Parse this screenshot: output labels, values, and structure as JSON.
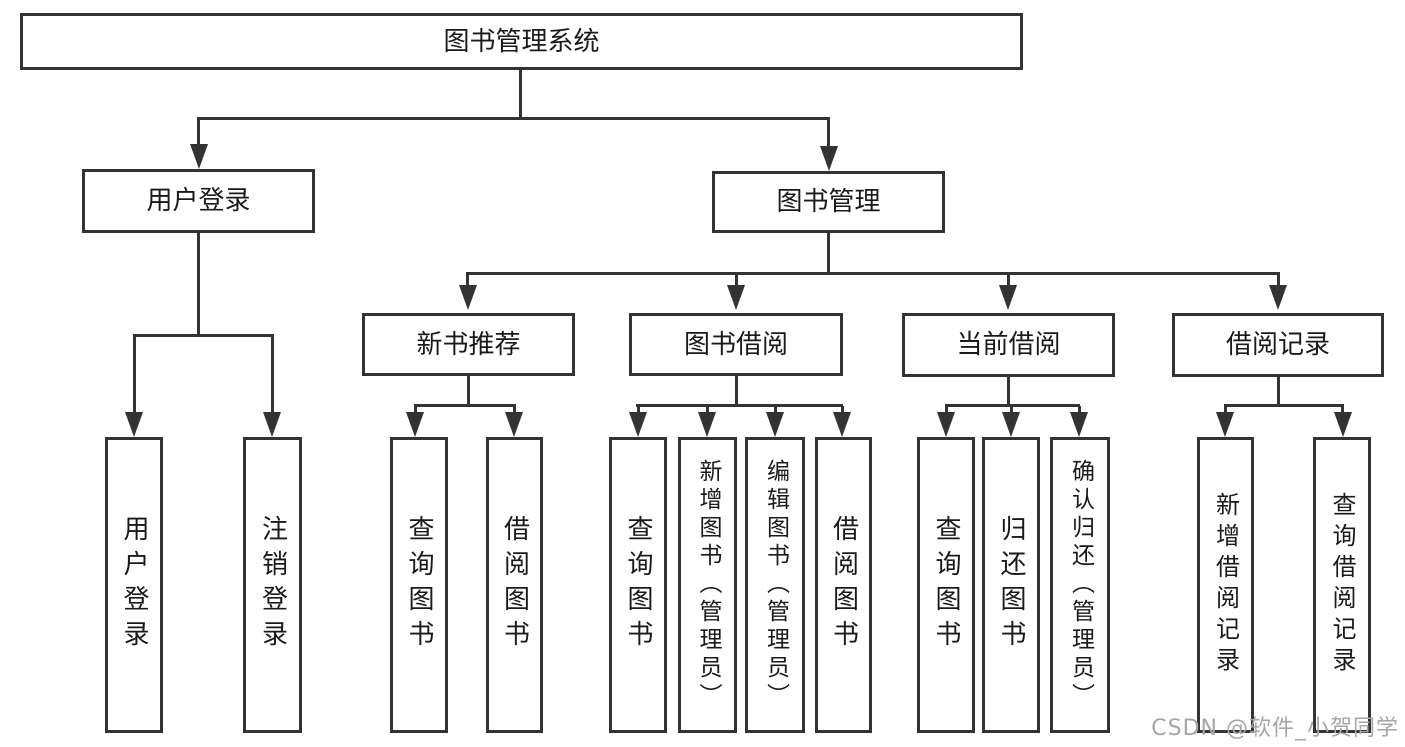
{
  "root": {
    "label": "图书管理系统"
  },
  "level2": [
    {
      "label": "用户登录"
    },
    {
      "label": "图书管理"
    }
  ],
  "level3": [
    {
      "label": "新书推荐",
      "parent": "图书管理"
    },
    {
      "label": "图书借阅",
      "parent": "图书管理"
    },
    {
      "label": "当前借阅",
      "parent": "图书管理"
    },
    {
      "label": "借阅记录",
      "parent": "图书管理"
    }
  ],
  "level4": [
    {
      "label": "用户登录",
      "parent": "用户登录"
    },
    {
      "label": "注销登录",
      "parent": "用户登录"
    },
    {
      "label": "查询图书",
      "parent": "新书推荐"
    },
    {
      "label": "借阅图书",
      "parent": "新书推荐"
    },
    {
      "label": "查询图书",
      "parent": "图书借阅"
    },
    {
      "label": "新增图书（管理员）",
      "parent": "图书借阅"
    },
    {
      "label": "编辑图书（管理员）",
      "parent": "图书借阅"
    },
    {
      "label": "借阅图书",
      "parent": "图书借阅"
    },
    {
      "label": "查询图书",
      "parent": "当前借阅"
    },
    {
      "label": "归还图书",
      "parent": "当前借阅"
    },
    {
      "label": "确认归还（管理员）",
      "parent": "当前借阅"
    },
    {
      "label": "新增借阅记录",
      "parent": "借阅记录"
    },
    {
      "label": "查询借阅记录",
      "parent": "借阅记录"
    }
  ],
  "watermark": {
    "text": "CSDN @软件_小贺同学"
  },
  "colors": {
    "line": "#333333",
    "text": "#1a1a1a",
    "background": "#ffffff",
    "watermark": "#a6a6a6"
  }
}
